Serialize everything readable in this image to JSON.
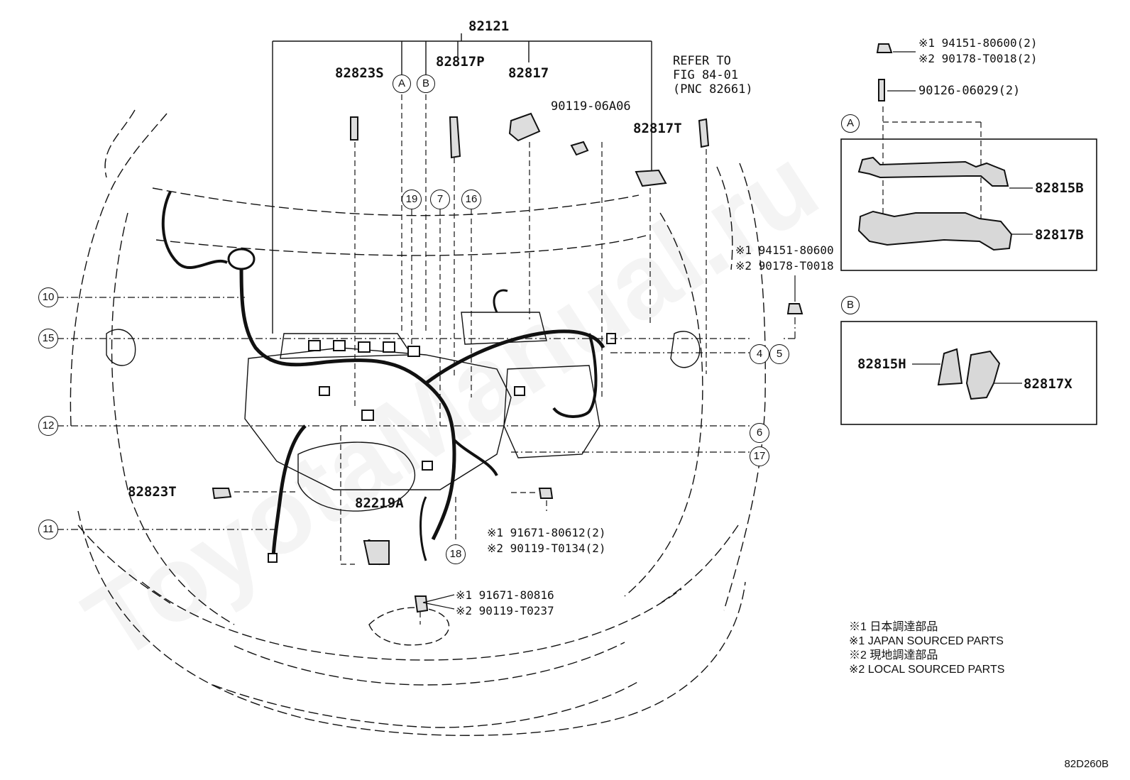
{
  "main_part": "82121",
  "parts": {
    "p82823S": "82823S",
    "p82817P": "82817P",
    "p82817": "82817",
    "p90119_06A06": "90119-06A06",
    "p82817T": "82817T",
    "p82823T": "82823T",
    "p82219A": "82219A",
    "p82815B": "82815B",
    "p82817B": "82817B",
    "p82815H": "82815H",
    "p82817X": "82817X",
    "p90126": "90126-06029(2)"
  },
  "refer": {
    "line1": "REFER TO",
    "line2": "FIG 84-01",
    "line3": "(PNC 82661)"
  },
  "notes": {
    "top_right_1": "※1 94151-80600(2)",
    "top_right_2": "※2 90178-T0018(2)",
    "mid_right_1": "※1 94151-80600",
    "mid_right_2": "※2 90178-T0018",
    "bolt_center_1": "※1 91671-80612(2)",
    "bolt_center_2": "※2 90119-T0134(2)",
    "bolt_bottom_1": "※1 91671-80816",
    "bolt_bottom_2": "※2 90119-T0237"
  },
  "callouts": [
    "10",
    "15",
    "12",
    "11",
    "19",
    "7",
    "16",
    "4",
    "5",
    "6",
    "17",
    "18"
  ],
  "letters": {
    "a": "A",
    "b": "B"
  },
  "legend": [
    "※1 日本調達部品",
    "※1 JAPAN SOURCED PARTS",
    "※2 現地調達部品",
    "※2 LOCAL SOURCED PARTS"
  ],
  "figure_id": "82D260B",
  "watermark": "ToyotaManual.ru"
}
